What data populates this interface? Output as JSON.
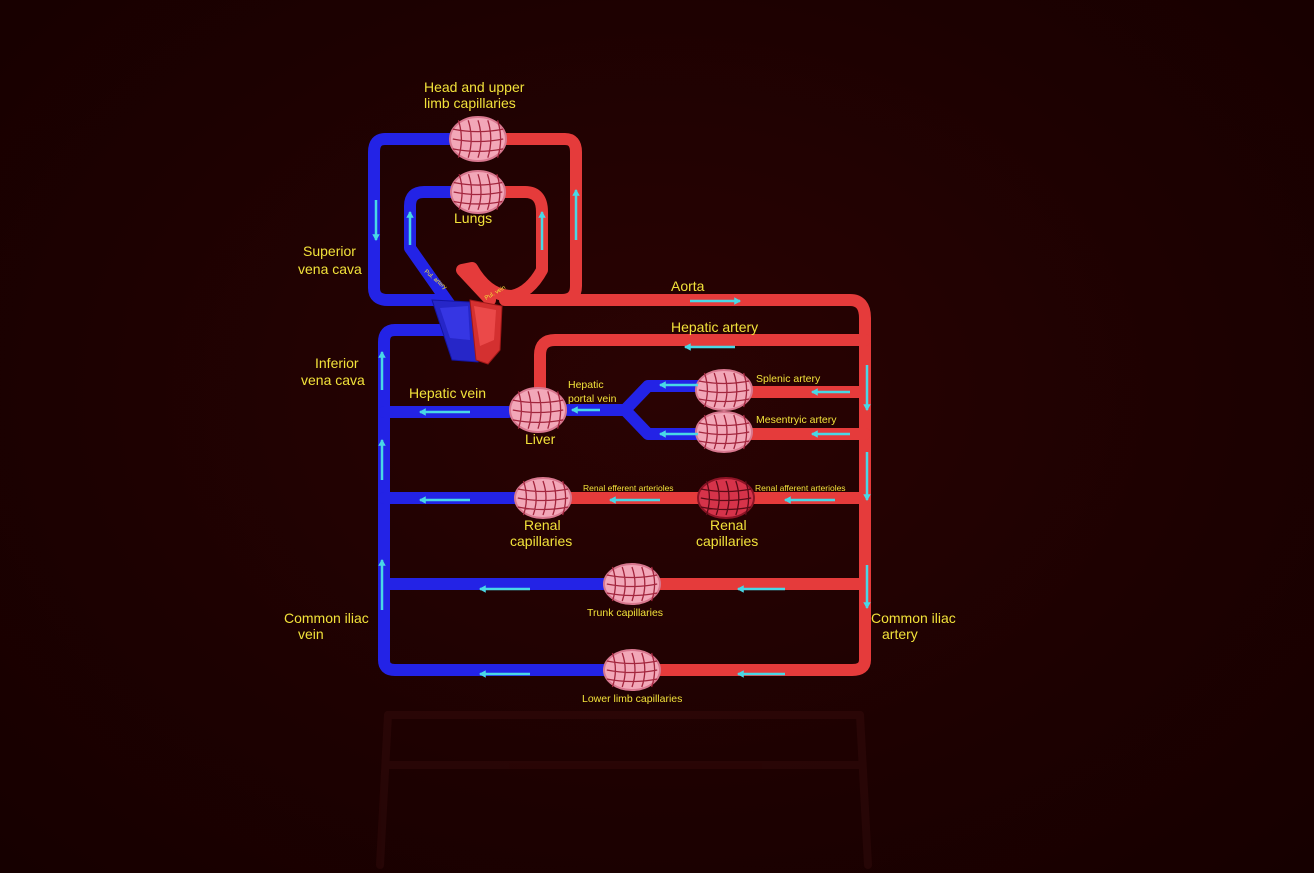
{
  "colors": {
    "background": "#1f0101",
    "vein": "#2222e0",
    "artery": "#e53b3b",
    "capillary": "#f2a7b8",
    "capillary_dark": "#d6334a",
    "flow_arrow": "#49d8e6",
    "label": "#f2e23a"
  },
  "labels": {
    "head_capillaries_line1": "Head and upper",
    "head_capillaries_line2": "limb capillaries",
    "lungs": "Lungs",
    "superior_vena_cava_line1": "Superior",
    "superior_vena_cava_line2": "vena cava",
    "inferior_vena_cava_line1": "Inferior",
    "inferior_vena_cava_line2": "vena cava",
    "aorta": "Aorta",
    "hepatic_artery": "Hepatic artery",
    "hepatic_vein": "Hepatic vein",
    "hepatic_portal_vein_line1": "Hepatic",
    "hepatic_portal_vein_line2": "portal vein",
    "liver": "Liver",
    "splenic_artery": "Splenic artery",
    "mesenteric_artery": "Mesentryic artery",
    "renal_efferent_left": "Renal efferent arterioles",
    "renal_efferent_right": "Renal afferent arterioles",
    "renal_capillaries_left_line1": "Renal",
    "renal_capillaries_left_line2": "capillaries",
    "renal_capillaries_right_line1": "Renal",
    "renal_capillaries_right_line2": "capillaries",
    "trunk_capillaries": "Trunk capillaries",
    "lower_limb_capillaries": "Lower limb capillaries",
    "common_iliac_vein_line1": "Common iliac",
    "common_iliac_vein_line2": "vein",
    "common_iliac_artery_line1": "Common iliac",
    "common_iliac_artery_line2": "artery",
    "pul_artery": "Pul. artery",
    "pul_vein": "Pul. vein"
  }
}
